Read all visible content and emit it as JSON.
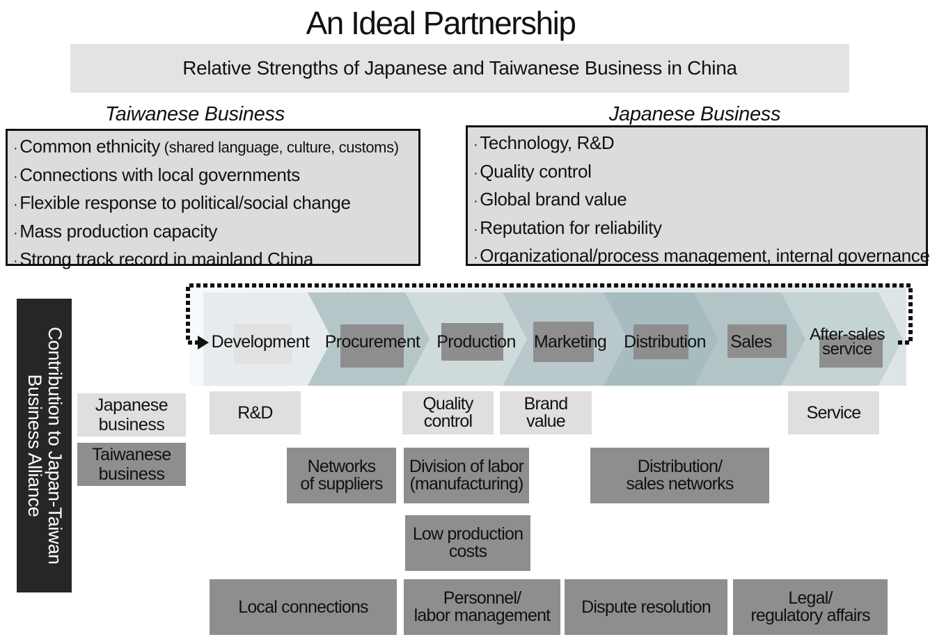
{
  "title": "An Ideal Partnership",
  "subtitle": "Relative Strengths of Japanese and Taiwanese Business in China",
  "taiwanese": {
    "heading": "Taiwanese Business",
    "items": [
      {
        "text": "Common ethnicity",
        "note": " (shared language, culture, customs)"
      },
      {
        "text": "Connections with local governments",
        "note": ""
      },
      {
        "text": "Flexible response to political/social change",
        "note": ""
      },
      {
        "text": "Mass production capacity",
        "note": ""
      },
      {
        "text": "Strong track record in mainland China",
        "note": ""
      }
    ]
  },
  "japanese": {
    "heading": "Japanese Business",
    "items": [
      {
        "text": "Technology, R&D"
      },
      {
        "text": "Quality control"
      },
      {
        "text": "Global brand value"
      },
      {
        "text": "Reputation for reliability"
      },
      {
        "text": "Organizational/process management, internal governance"
      }
    ]
  },
  "sidebar": {
    "line1": "Contribution to Japan-Taiwan",
    "line2": "Business Alliance"
  },
  "legend": {
    "japanese_line1": "Japanese",
    "japanese_line2": "business",
    "taiwanese_line1": "Taiwanese",
    "taiwanese_line2": "business"
  },
  "chain": {
    "steps": [
      "Development",
      "Procurement",
      "Production",
      "Marketing",
      "Distribution",
      "Sales"
    ],
    "last_line1": "After-sales",
    "last_line2": "service"
  },
  "cells": {
    "rd": "R&D",
    "quality_line1": "Quality",
    "quality_line2": "control",
    "brand_line1": "Brand",
    "brand_line2": "value",
    "service": "Service",
    "networks_line1": "Networks",
    "networks_line2": "of suppliers",
    "division_line1": "Division of labor",
    "division_line2": "(manufacturing)",
    "distribution_line1": "Distribution/",
    "distribution_line2": "sales networks",
    "lowcost_line1": "Low production",
    "lowcost_line2": "costs",
    "local": "Local connections",
    "personnel_line1": "Personnel/",
    "personnel_line2": "labor management",
    "dispute": "Dispute resolution",
    "legal_line1": "Legal/",
    "legal_line2": "regulatory affairs"
  },
  "colors": {
    "japanese_fill": "#dfdfdf",
    "taiwanese_fill": "#8e8e8e",
    "sidebar_fill": "#262626",
    "chevron_fill": "#a9bcbf"
  }
}
